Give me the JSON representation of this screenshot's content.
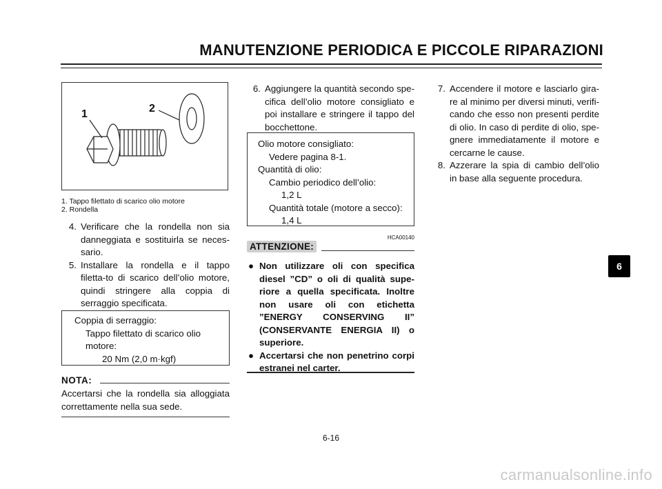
{
  "header": {
    "title": "MANUTENZIONE PERIODICA E PICCOLE RIPARAZIONI"
  },
  "figure": {
    "callout_1": "1",
    "callout_2": "2",
    "captions": [
      "1.  Tappo filettato di scarico olio motore",
      "2.  Rondella"
    ]
  },
  "left_steps": [
    {
      "num": "4.",
      "text": "Verificare che la rondella non sia danneggiata e sostituirla se neces-sario."
    },
    {
      "num": "5.",
      "text": "Installare la rondella e il tappo filetta-to di scarico dell’olio motore, quindi stringere alla coppia di serraggio specificata."
    }
  ],
  "torque_box": {
    "line1": "Coppia di serraggio:",
    "line2": "Tappo filettato di scarico olio",
    "line3": "motore:",
    "line4": "20 Nm (2,0 m·kgf)"
  },
  "note": {
    "label": "NOTA:",
    "text": "Accertarsi che la rondella sia alloggiata correttamente nella sua sede."
  },
  "middle_step": {
    "num": "6.",
    "text": "Aggiungere la quantità secondo spe-cifica dell’olio motore consigliato e poi installare e stringere il tappo del bocchettone."
  },
  "oil_box": {
    "line1": "Olio motore consigliato:",
    "line2": "Vedere pagina 8-1.",
    "line3": "Quantità di olio:",
    "line4": "Cambio periodico dell’olio:",
    "line5": "1,2 L",
    "line6": "Quantità totale (motore a secco):",
    "line7": "1,4 L"
  },
  "attention": {
    "code": "HCA00140",
    "label": "ATTENZIONE:",
    "bullets": [
      "Non utilizzare oli con specifica diesel ”CD” o oli di qualità supe-riore a quella specificata. Inoltre non usare oli con etichetta ”ENERGY CONSERVING II” (CONSERVANTE ENERGIA II) o superiore.",
      "Accertarsi che non penetrino corpi estranei nel carter."
    ]
  },
  "right_steps": [
    {
      "num": "7.",
      "text": "Accendere il motore e lasciarlo gira-re al minimo per diversi minuti, verifi-cando che esso non presenti perdite di olio. In caso di perdite di olio, spe-gnere immediatamente il motore e cercarne le cause."
    },
    {
      "num": "8.",
      "text": "Azzerare la spia di cambio dell’olio in base alla seguente procedura."
    }
  ],
  "chapter_tab": "6",
  "page_number": "6-16",
  "watermark": "carmanualsonline.info"
}
